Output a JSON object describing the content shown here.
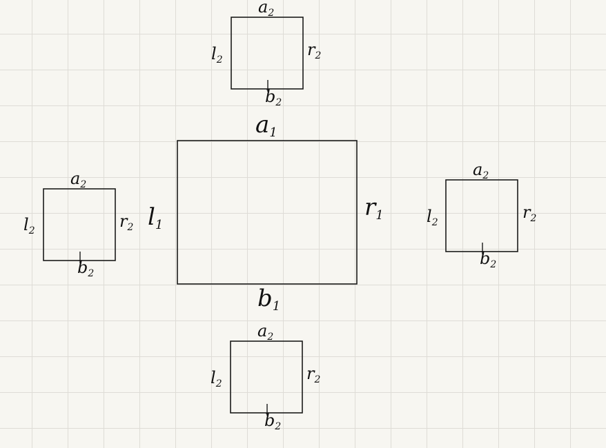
{
  "diagram": {
    "main": {
      "top": "a",
      "top_sub": "1",
      "left": "l",
      "left_sub": "1",
      "right": "r",
      "right_sub": "1",
      "bottom": "b",
      "bottom_sub": "1"
    },
    "top_box": {
      "top": "a",
      "top_sub": "2",
      "left": "l",
      "left_sub": "2",
      "right": "r",
      "right_sub": "2",
      "bottom": "b",
      "bottom_sub": "2"
    },
    "left_box": {
      "top": "a",
      "top_sub": "2",
      "left": "l",
      "left_sub": "2",
      "right": "r",
      "right_sub": "2",
      "bottom": "b",
      "bottom_sub": "2"
    },
    "right_box": {
      "top": "a",
      "top_sub": "2",
      "left": "l",
      "left_sub": "2",
      "right": "r",
      "right_sub": "2",
      "bottom": "b",
      "bottom_sub": "2"
    },
    "bottom_box": {
      "top": "a",
      "top_sub": "2",
      "left": "l",
      "left_sub": "2",
      "right": "r",
      "right_sub": "2",
      "bottom": "b",
      "bottom_sub": "2"
    }
  }
}
